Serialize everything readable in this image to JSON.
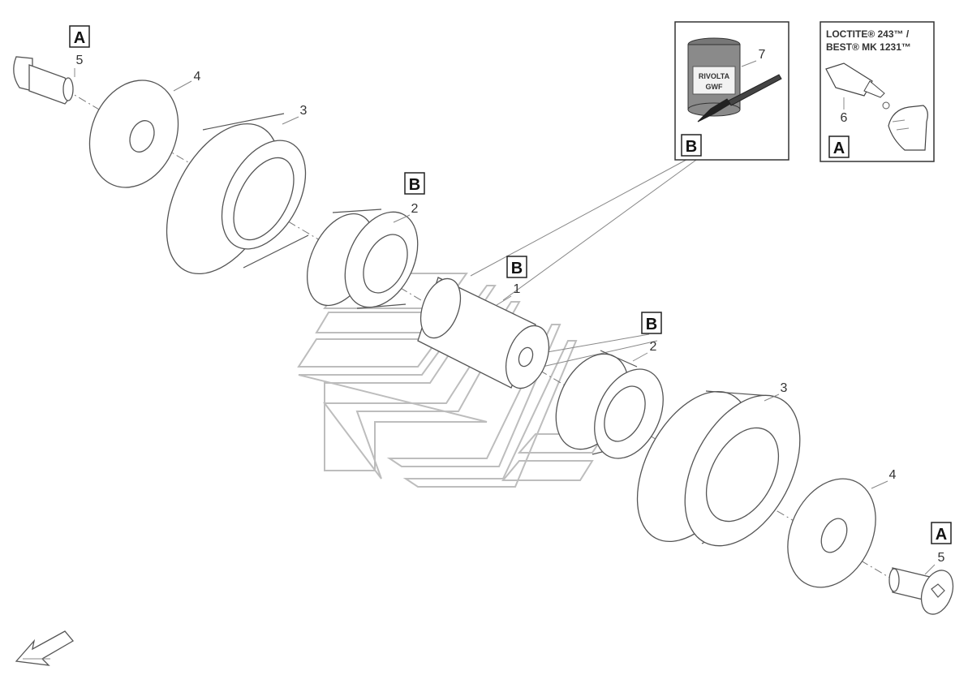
{
  "callouts": {
    "screw_left": "5",
    "washer_left": "4",
    "roller_left": "3",
    "bushing_left": "2",
    "shaft": "1",
    "bushing_right": "2",
    "roller_right": "3",
    "washer_right": "4",
    "screw_right": "5",
    "grease_can": "7",
    "adhesive_bottle": "6"
  },
  "boxes": {
    "screw_left": "A",
    "bushing_left": "B",
    "shaft": "B",
    "bushing_right": "B",
    "screw_right": "A",
    "grease_panel": "B",
    "adhesive_panel": "A"
  },
  "grease_panel": {
    "can_label_line1": "RIVOLTA",
    "can_label_line2": "GWF"
  },
  "adhesive_panel": {
    "title_line1": "LOCTITE® 243™ /",
    "title_line2": "BEST® MK 1231™"
  }
}
